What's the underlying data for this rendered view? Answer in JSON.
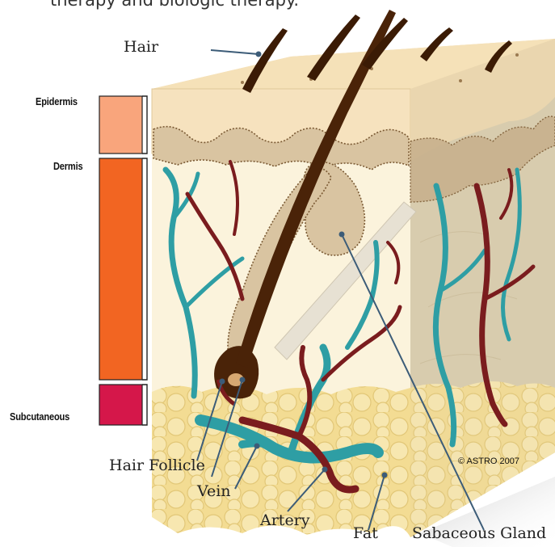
{
  "header": {
    "text": "therapy and biologic therapy."
  },
  "layers": {
    "epidermis": "Epidermis",
    "dermis": "Dermis",
    "subcutaneous": "Subcutaneous"
  },
  "callouts": {
    "hair": "Hair",
    "hair_follicle": "Hair Follicle",
    "vein": "Vein",
    "artery": "Artery",
    "fat": "Fat",
    "sebaceous_gland": "Sabaceous Gland"
  },
  "copyright": "© ASTRO 2007",
  "colors": {
    "epidermis_bar": "#F9A57C",
    "dermis_bar": "#F26522",
    "subcutaneous_bar": "#D5174A",
    "skin_top": "#F4DDB4",
    "epidermis_band": "#F6E2BE",
    "dermis": "#FBF3DC",
    "dermis_side": "#D9CDAF",
    "fat": "#F3DC93",
    "hair": "#4A2308",
    "vein": "#2E9EA4",
    "artery": "#7A1C1E",
    "leader": "#3C5C78"
  }
}
